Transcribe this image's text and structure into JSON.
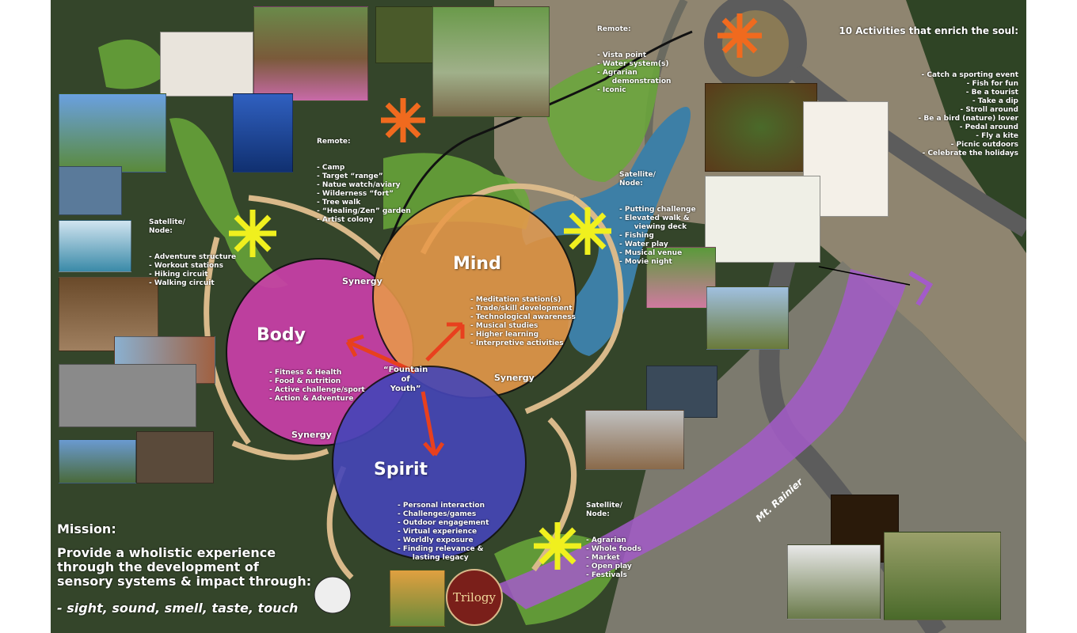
{
  "activities": {
    "title": "10 Activities that enrich the soul:",
    "items": [
      "Catch a sporting event",
      "Fish for fun",
      "Be a tourist",
      "Take a dip",
      "Stroll around",
      "Be a bird (nature) lover",
      "Pedal around",
      "Fly a kite",
      "Picnic outdoors",
      "Celebrate the holidays"
    ]
  },
  "remote_top": {
    "title": "Remote:",
    "items": [
      "Vista point",
      "Water system(s)",
      "Agrarian\n      demonstration",
      "Iconic"
    ]
  },
  "remote_left": {
    "title": "Remote:",
    "items": [
      "Camp",
      "Target “range”",
      "Natue watch/aviary",
      "Wilderness “fort”",
      "Tree walk",
      "“Healing/Zen” garden",
      "Artist colony"
    ]
  },
  "node_left": {
    "title": "Satellite/\nNode:",
    "items": [
      "Adventure structure",
      "Workout stations",
      "Hiking circuit",
      "Walking circuit"
    ]
  },
  "node_water": {
    "title": "Satellite/\nNode:",
    "items": [
      "Putting challenge",
      "Elevated walk &\n      viewing deck",
      "Fishing",
      "Water play",
      "Musical venue",
      "Movie night"
    ]
  },
  "node_agrarian": {
    "title": "Satellite/\nNode:",
    "items": [
      "Agrarian",
      "Whole foods",
      "Market",
      "Open play",
      "Festivals"
    ]
  },
  "body": {
    "title": "Body",
    "items": [
      "Fitness & Health",
      "Food & nutrition",
      "Active challenge/sport",
      "Action & Adventure"
    ]
  },
  "mind": {
    "title": "Mind",
    "items": [
      "Meditation station(s)",
      "Trade/skill development",
      "Technological awareness",
      "Musical studies",
      "Higher learning",
      "Interpretive activities"
    ]
  },
  "spirit": {
    "title": "Spirit",
    "items": [
      "Personal interaction",
      "Challenges/games",
      "Outdoor engagement",
      "Virtual experience",
      "Worldly exposure",
      "Finding relevance &\n      lasting legacy"
    ]
  },
  "synergy": "Synergy",
  "fountain": "“Fountain\nof\nYouth”",
  "mountain_label": "Mt. Rainier",
  "logo_text": "Trilogy",
  "mission": {
    "title": "Mission:",
    "body": "Provide a wholistic experience\nthrough the development of\nsensory systems & impact through:",
    "senses": "- sight, sound, smell, taste, touch"
  },
  "colors": {
    "body": "#c93fa8",
    "mind": "#e89a4a",
    "spirit": "#4545b8",
    "path": "#d9b98a",
    "water": "#3d7fa6",
    "node": "#f0f01e",
    "remote": "#f06a1e",
    "mountain": "#a35bc9"
  }
}
